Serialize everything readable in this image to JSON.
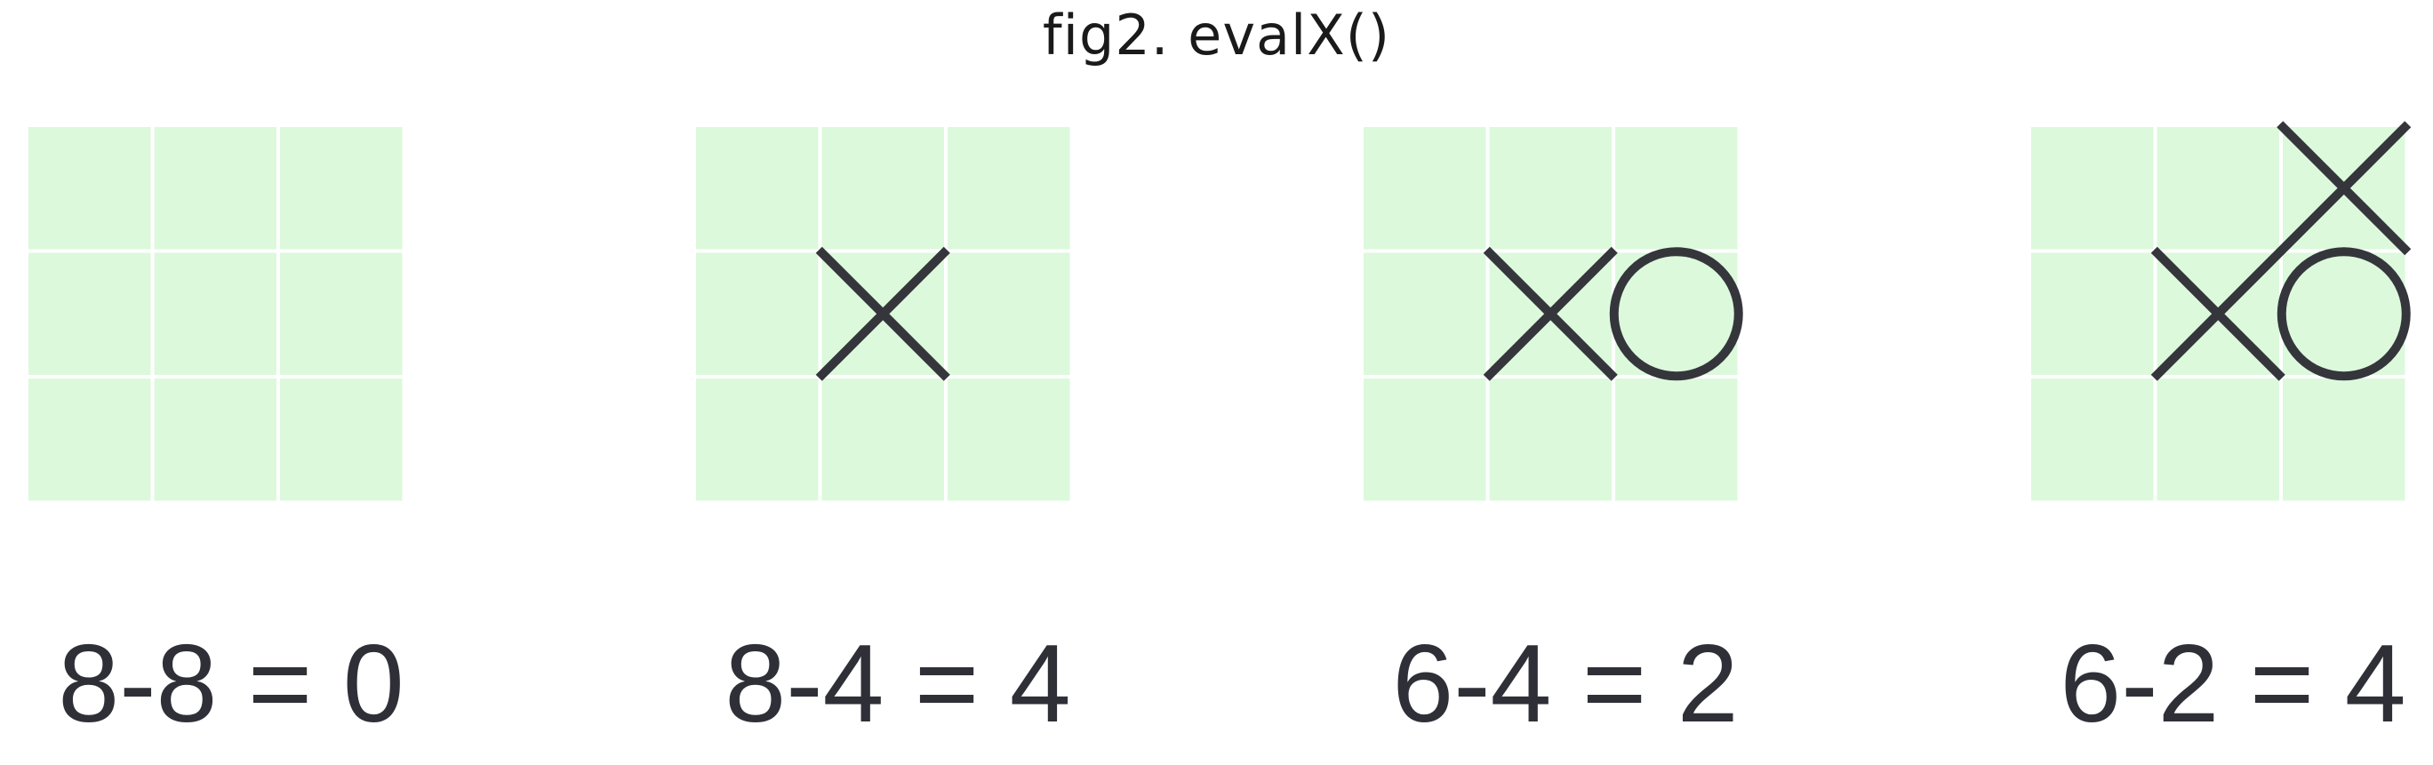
{
  "title": "fig2. evalX()",
  "colors": {
    "cell": "#dcf9dc",
    "grid_line": "#ffffff",
    "mark": "#35363c",
    "text": "#2f3037"
  },
  "boards": [
    {
      "caption": "8-8 = 0",
      "marks": []
    },
    {
      "caption": "8-4 = 4",
      "marks": [
        {
          "type": "X",
          "row": 1,
          "col": 1
        }
      ]
    },
    {
      "caption": "6-4 = 2",
      "marks": [
        {
          "type": "X",
          "row": 1,
          "col": 1
        },
        {
          "type": "O",
          "row": 1,
          "col": 2
        }
      ]
    },
    {
      "caption": "6-2 = 4",
      "marks": [
        {
          "type": "X",
          "row": 1,
          "col": 1
        },
        {
          "type": "X",
          "row": 0,
          "col": 2
        },
        {
          "type": "O",
          "row": 1,
          "col": 2
        }
      ],
      "diagonal_line": true
    }
  ]
}
